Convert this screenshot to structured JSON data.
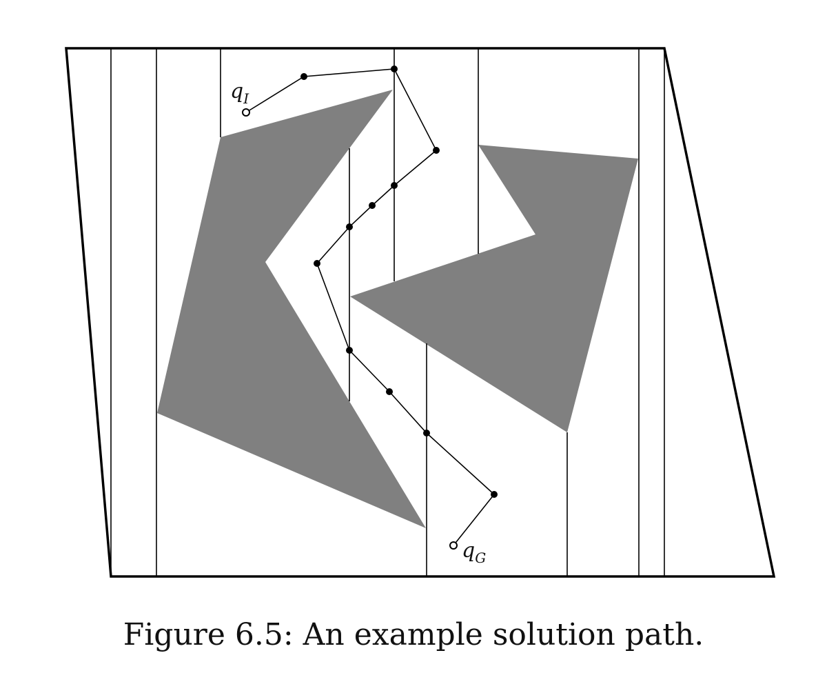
{
  "caption": "Figure 6.5: An example solution path.",
  "labels": {
    "start": {
      "base": "q",
      "sub": "I"
    },
    "goal": {
      "base": "q",
      "sub": "G"
    }
  },
  "colors": {
    "obstacle": "#808080",
    "line": "#000000",
    "background": "#ffffff"
  }
}
